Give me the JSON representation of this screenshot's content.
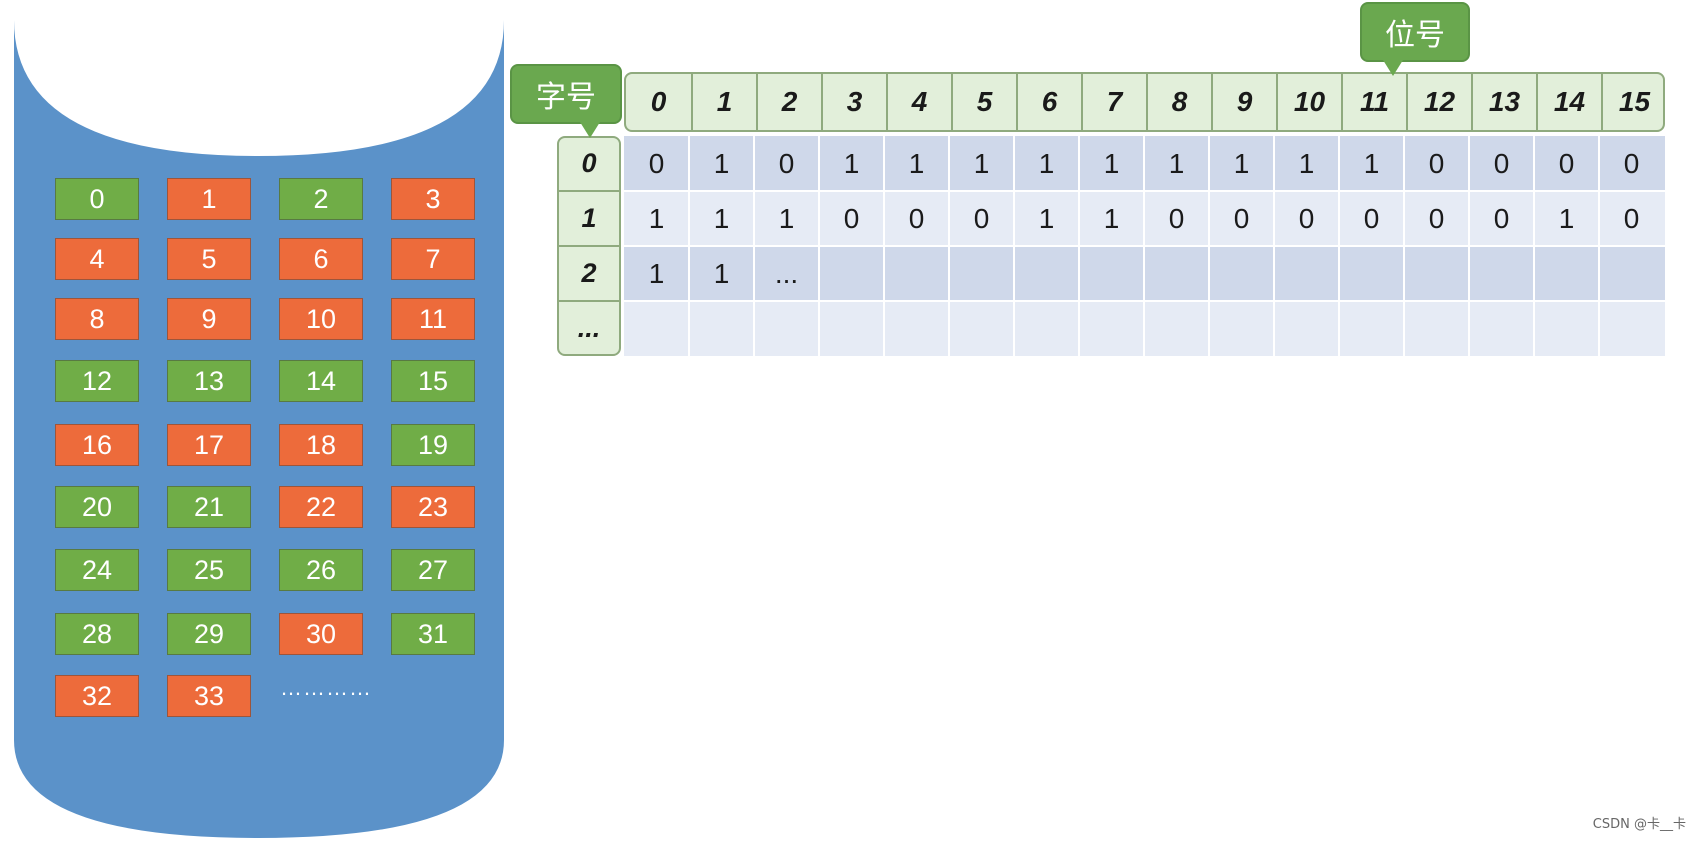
{
  "disk": {
    "blocks": [
      {
        "label": "0",
        "status": "free"
      },
      {
        "label": "1",
        "status": "used"
      },
      {
        "label": "2",
        "status": "free"
      },
      {
        "label": "3",
        "status": "used"
      },
      {
        "label": "4",
        "status": "used"
      },
      {
        "label": "5",
        "status": "used"
      },
      {
        "label": "6",
        "status": "used"
      },
      {
        "label": "7",
        "status": "used"
      },
      {
        "label": "8",
        "status": "used"
      },
      {
        "label": "9",
        "status": "used"
      },
      {
        "label": "10",
        "status": "used"
      },
      {
        "label": "11",
        "status": "used"
      },
      {
        "label": "12",
        "status": "free"
      },
      {
        "label": "13",
        "status": "free"
      },
      {
        "label": "14",
        "status": "free"
      },
      {
        "label": "15",
        "status": "free"
      },
      {
        "label": "16",
        "status": "used"
      },
      {
        "label": "17",
        "status": "used"
      },
      {
        "label": "18",
        "status": "used"
      },
      {
        "label": "19",
        "status": "free"
      },
      {
        "label": "20",
        "status": "free"
      },
      {
        "label": "21",
        "status": "free"
      },
      {
        "label": "22",
        "status": "used"
      },
      {
        "label": "23",
        "status": "used"
      },
      {
        "label": "24",
        "status": "free"
      },
      {
        "label": "25",
        "status": "free"
      },
      {
        "label": "26",
        "status": "free"
      },
      {
        "label": "27",
        "status": "free"
      },
      {
        "label": "28",
        "status": "free"
      },
      {
        "label": "29",
        "status": "free"
      },
      {
        "label": "30",
        "status": "used"
      },
      {
        "label": "31",
        "status": "free"
      },
      {
        "label": "32",
        "status": "used"
      },
      {
        "label": "33",
        "status": "used"
      }
    ],
    "ellipsis": "…………",
    "colors": {
      "body": "#5b92c9",
      "free": "#70ad47",
      "used": "#ed6b3b"
    }
  },
  "bitmap": {
    "word_label": "字号",
    "bit_label": "位号",
    "bit_headers": [
      "0",
      "1",
      "2",
      "3",
      "4",
      "5",
      "6",
      "7",
      "8",
      "9",
      "10",
      "11",
      "12",
      "13",
      "14",
      "15"
    ],
    "word_headers": [
      "0",
      "1",
      "2",
      "..."
    ],
    "rows": [
      [
        "0",
        "1",
        "0",
        "1",
        "1",
        "1",
        "1",
        "1",
        "1",
        "1",
        "1",
        "1",
        "0",
        "0",
        "0",
        "0"
      ],
      [
        "1",
        "1",
        "1",
        "0",
        "0",
        "0",
        "1",
        "1",
        "0",
        "0",
        "0",
        "0",
        "0",
        "0",
        "1",
        "0"
      ],
      [
        "1",
        "1",
        "...",
        "",
        "",
        "",
        "",
        "",
        "",
        "",
        "",
        "",
        "",
        "",
        "",
        ""
      ],
      [
        "",
        "",
        "",
        "",
        "",
        "",
        "",
        "",
        "",
        "",
        "",
        "",
        "",
        "",
        "",
        ""
      ]
    ],
    "colors": {
      "header_bg": "#e2efda",
      "row_dark": "#cfd8ea",
      "row_light": "#e6ebf5",
      "callout": "#6aa84f"
    }
  },
  "watermark": "CSDN @卡__卡"
}
